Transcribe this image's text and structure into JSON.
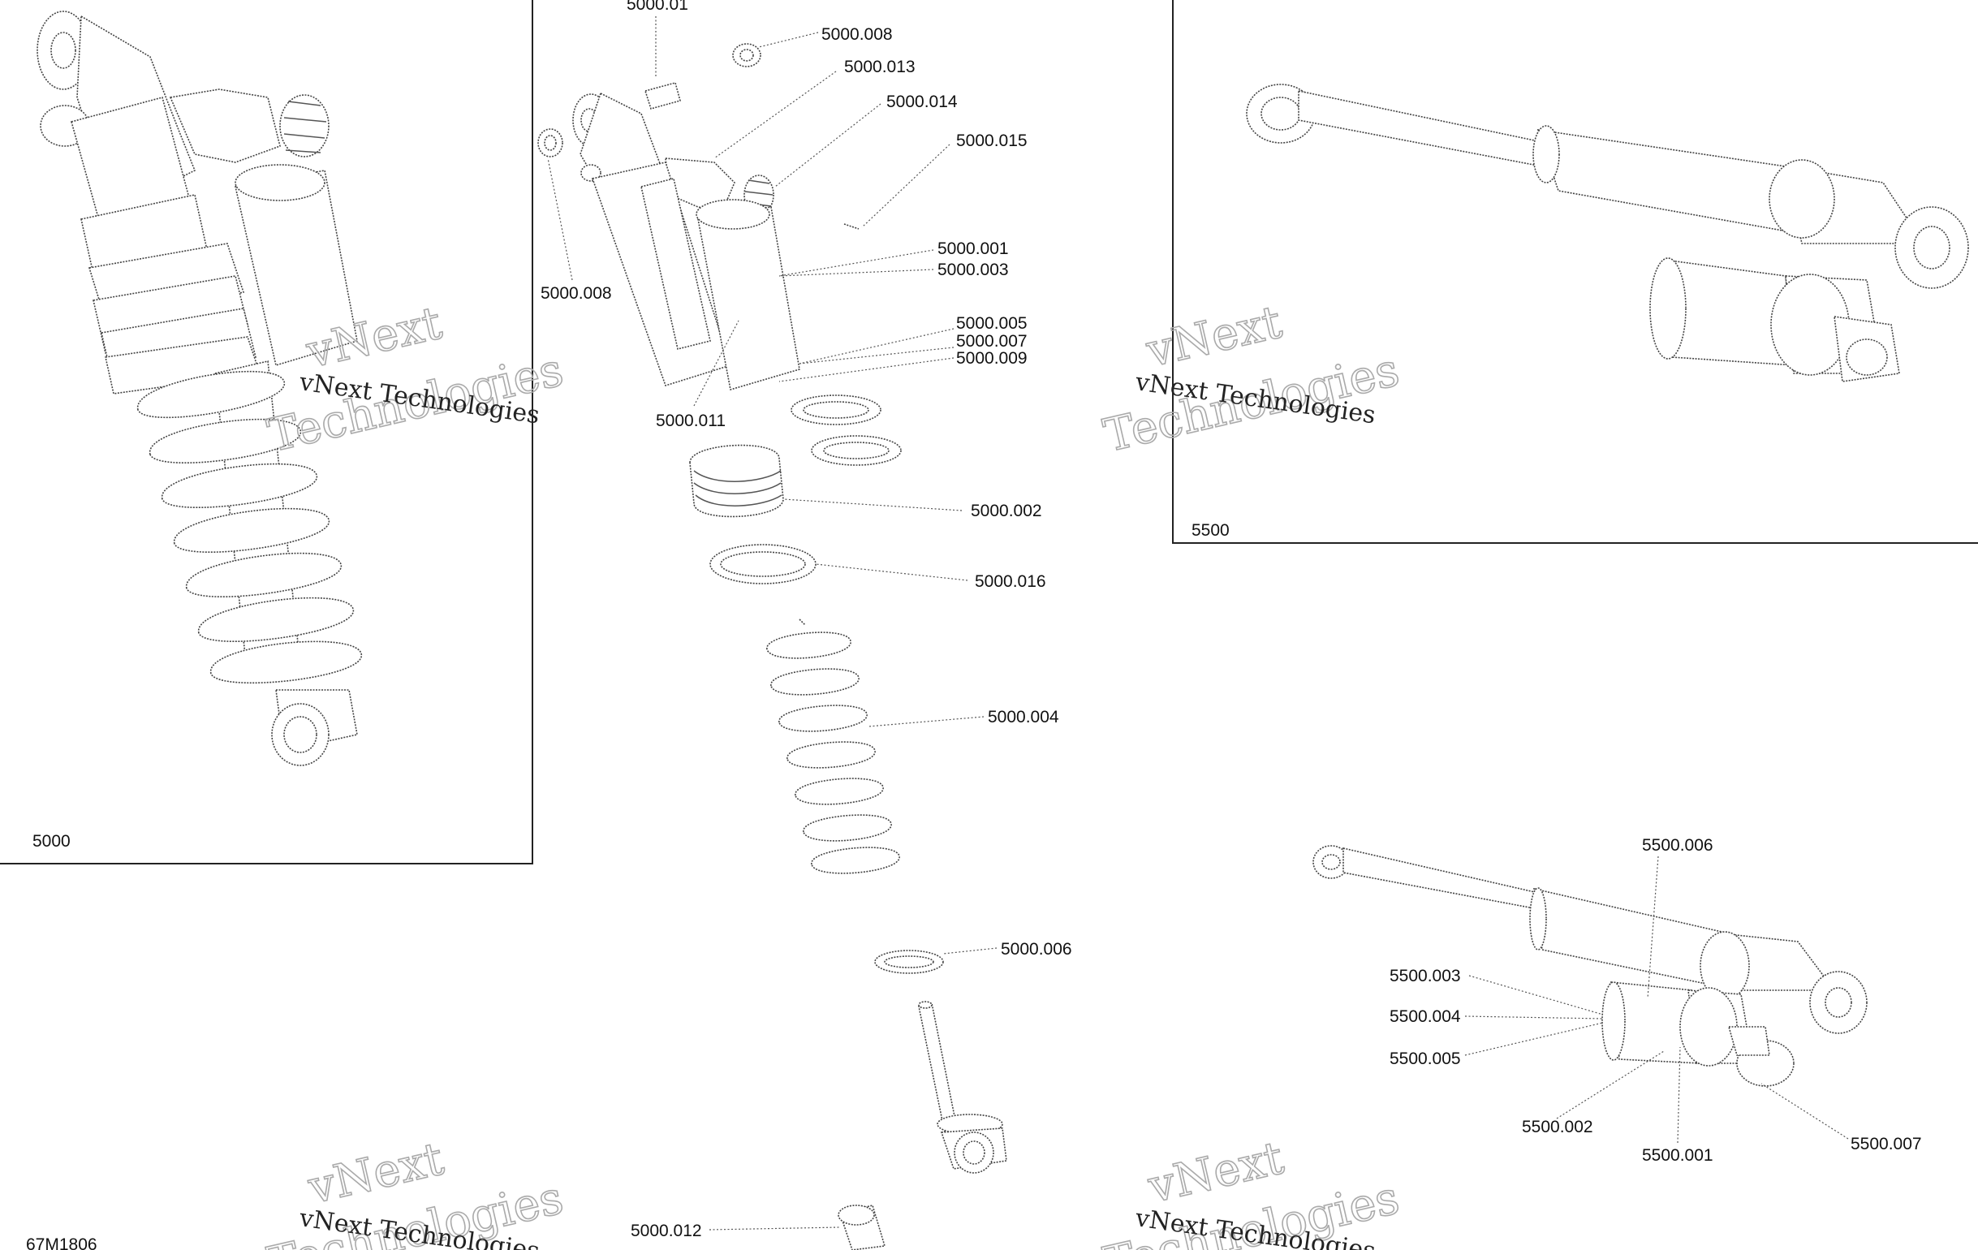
{
  "watermark": {
    "line": "vNext Technologies",
    "big1": "vNext",
    "big2": "Technologies"
  },
  "drawing_number": "67M1806",
  "views": [
    {
      "id": "view-5000",
      "label": "5000"
    },
    {
      "id": "view-5500",
      "label": "5500"
    }
  ],
  "callouts": {
    "c5000_01": "5000.01",
    "c5000_008a": "5000.008",
    "c5000_013": "5000.013",
    "c5000_014": "5000.014",
    "c5000_015": "5000.015",
    "c5000_008b": "5000.008",
    "c5000_001": "5000.001",
    "c5000_003": "5000.003",
    "c5000_005": "5000.005",
    "c5000_007": "5000.007",
    "c5000_009": "5000.009",
    "c5000_011": "5000.011",
    "c5000_002": "5000.002",
    "c5000_016": "5000.016",
    "c5000_004": "5000.004",
    "c5000_006": "5000.006",
    "c5000_012": "5000.012",
    "c5500_006": "5500.006",
    "c5500_003": "5500.003",
    "c5500_004": "5500.004",
    "c5500_005": "5500.005",
    "c5500_002": "5500.002",
    "c5500_001": "5500.001",
    "c5500_007": "5500.007"
  }
}
